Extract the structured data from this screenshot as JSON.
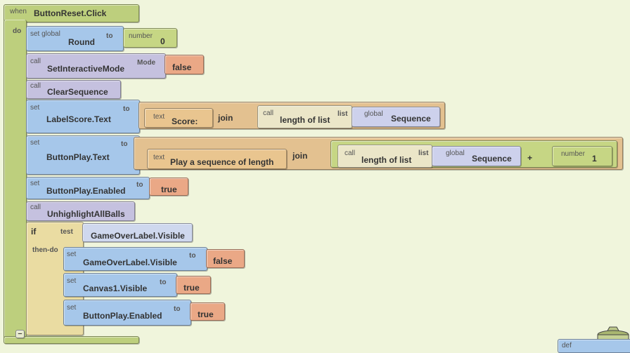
{
  "event": {
    "when": "when",
    "name": "ButtonReset.Click",
    "do": "do",
    "collapse": "−"
  },
  "b1": {
    "kw": "set global",
    "name": "Round",
    "to": "to",
    "num_kw": "number",
    "num": "0"
  },
  "b2": {
    "kw": "call",
    "name": "SetInteractiveMode",
    "param": "Mode",
    "val": "false"
  },
  "b3": {
    "kw": "call",
    "name": "ClearSequence"
  },
  "b4": {
    "kw": "set",
    "name": "LabelScore.Text",
    "to": "to",
    "text_kw": "text",
    "text": "Score:",
    "join": "join",
    "call": "call",
    "len": "length of list",
    "list": "list",
    "glob": "global",
    "var": "Sequence"
  },
  "b5": {
    "kw": "set",
    "name": "ButtonPlay.Text",
    "to": "to",
    "text_kw": "text",
    "text": "Play a sequence of length",
    "join": "join",
    "call": "call",
    "len": "length of list",
    "list": "list",
    "glob": "global",
    "var": "Sequence",
    "plus": "+",
    "num_kw": "number",
    "num": "1"
  },
  "b6": {
    "kw": "set",
    "name": "ButtonPlay.Enabled",
    "to": "to",
    "val": "true"
  },
  "b7": {
    "kw": "call",
    "name": "UnhighlightAllBalls"
  },
  "ifb": {
    "if": "if",
    "test": "test",
    "cond": "GameOverLabel.Visible",
    "then": "then-do",
    "s1": {
      "kw": "set",
      "name": "GameOverLabel.Visible",
      "to": "to",
      "val": "false"
    },
    "s2": {
      "kw": "set",
      "name": "Canvas1.Visible",
      "to": "to",
      "val": "true"
    },
    "s3": {
      "kw": "set",
      "name": "ButtonPlay.Enabled",
      "to": "to",
      "val": "true"
    }
  },
  "def": {
    "kw": "def"
  },
  "colors": {
    "event": "#bdcf7d",
    "set": "#a6c7ea",
    "call": "#c5c1df",
    "logic": "#eaa886",
    "text": "#e9c58f",
    "math": "#c6d684",
    "control": "#eadca2",
    "background": "#f0f5dc"
  }
}
